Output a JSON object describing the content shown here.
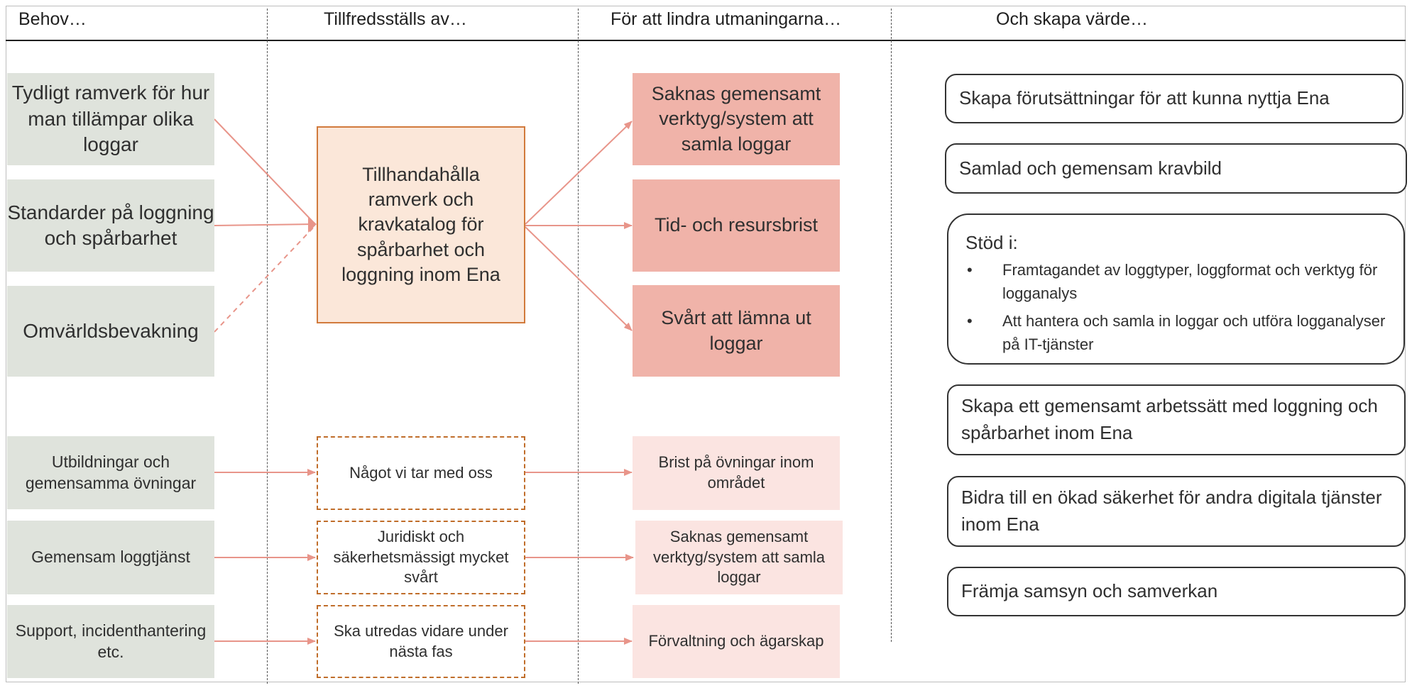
{
  "headers": {
    "behov": "Behov…",
    "tillfredsstalls": "Tillfredsställs av…",
    "lindra": "För att lindra utmaningarna…",
    "varde": "Och skapa värde…"
  },
  "needs": [
    "Tydligt ramverk för hur man tillämpar olika loggar",
    "Standarder på loggning och spårbarhet",
    "Omvärldsbevakning",
    "Utbildningar och gemensamma övningar",
    "Gemensam loggtjänst",
    "Support, incidenthantering etc."
  ],
  "solutions": {
    "main": "Tillhandahålla ramverk och kravkatalog för spårbarhet och loggning inom Ena",
    "dashed": [
      "Något vi tar med oss",
      "Juridiskt och säkerhetsmässigt mycket svårt",
      "Ska utredas vidare under nästa fas"
    ]
  },
  "challenges": {
    "strong": [
      "Saknas gemensamt verktyg/system att samla loggar",
      "Tid- och resursbrist",
      "Svårt att lämna ut loggar"
    ],
    "light": [
      "Brist på övningar inom området",
      "Saknas gemensamt verktyg/system att samla loggar",
      "Förvaltning och ägarskap"
    ]
  },
  "values": {
    "v1": "Skapa förutsättningar för att kunna nyttja Ena",
    "v2": "Samlad och gemensam kravbild",
    "support": {
      "title": "Stöd i:",
      "items": [
        "Framtagandet av loggtyper, loggformat och verktyg för logganalys",
        "Att hantera och samla in loggar och utföra logganalyser på IT-tjänster"
      ]
    },
    "v4": "Skapa ett gemensamt arbetssätt med loggning och spårbarhet inom Ena",
    "v5": "Bidra till en ökad säkerhet för andra digitala tjänster inom Ena",
    "v6": "Främja samsyn och samverkan"
  },
  "colors": {
    "need_fill": "#dfe3dc",
    "solution_fill": "#fbe7d9",
    "solution_border": "#d17a3c",
    "challenge_strong": "#f0b3a9",
    "challenge_light": "#fbe4e1",
    "connector": "#e8958a"
  }
}
